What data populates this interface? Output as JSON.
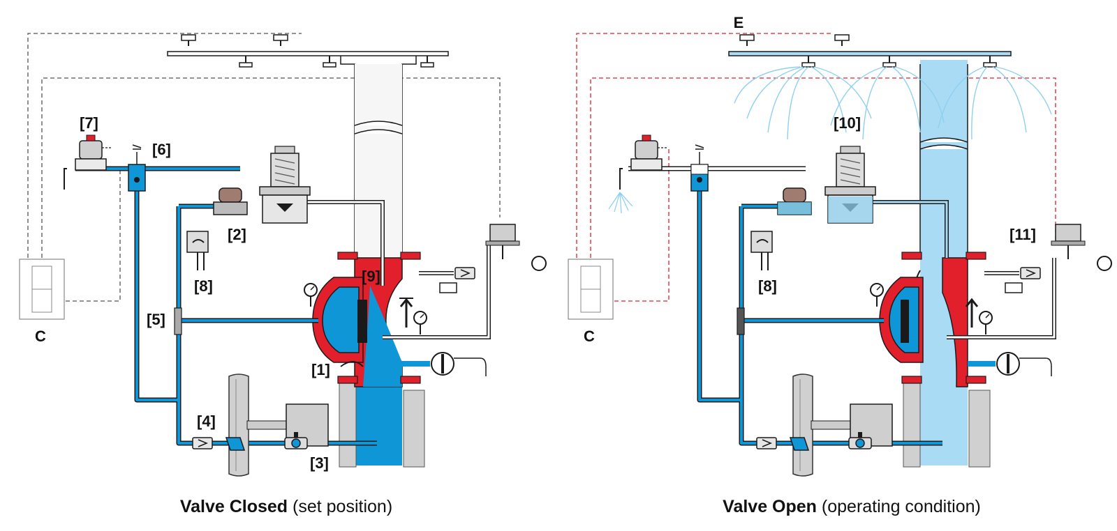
{
  "colors": {
    "water": "#0e96d6",
    "water_light": "#a9dcf4",
    "valve_body": "#e2202c",
    "metal": "#cfcfcf",
    "metal_dark": "#8e8e8e",
    "line": "#1a1a1a",
    "signal_idle": "#555555",
    "signal_active": "#e2202c"
  },
  "panels": [
    {
      "id": "closed",
      "caption_bold": "Valve Closed",
      "caption_rest": "(set position)",
      "labels": {
        "l7": "[7]",
        "l6": "[6]",
        "l2": "[2]",
        "l8": "[8]",
        "l9": "[9]",
        "l5": "[5]",
        "l1": "[1]",
        "l4": "[4]",
        "l3": "[3]",
        "lc": "C"
      }
    },
    {
      "id": "open",
      "caption_bold": "Valve Open",
      "caption_rest": "(operating condition)",
      "labels": {
        "le": "E",
        "l10": "[10]",
        "l11": "[11]",
        "l8": "[8]",
        "lc": "C"
      }
    }
  ]
}
